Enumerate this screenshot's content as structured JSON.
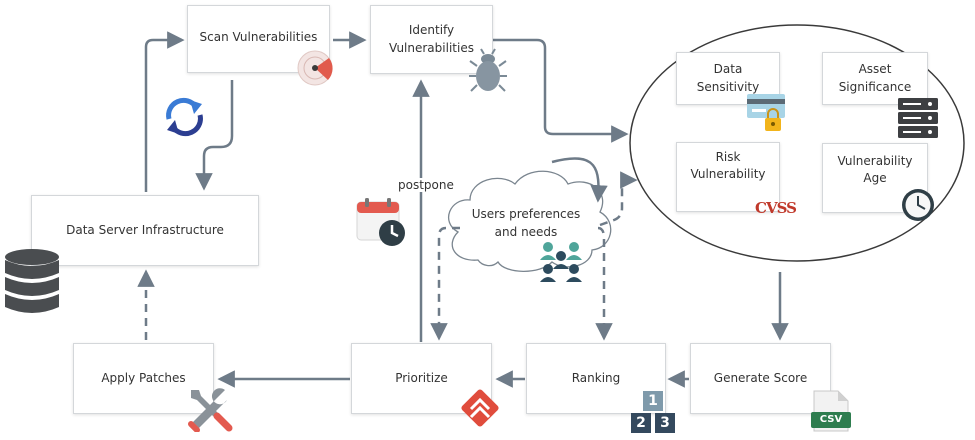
{
  "nodes": {
    "scan": "Scan Vulnerabilities",
    "identify": "Identify Vulnerabilities",
    "data_server": "Data Server Infrastructure",
    "data_sensitivity": "Data Sensitivity",
    "asset_significance": "Asset Significance",
    "risk_vulnerability": "Risk Vulnerability",
    "vulnerability_age": "Vulnerability Age",
    "users_preferences": "Users preferences and needs",
    "apply_patches": "Apply Patches",
    "prioritize": "Prioritize",
    "ranking": "Ranking",
    "generate_score": "Generate Score"
  },
  "labels": {
    "postpone": "postpone",
    "cvss": "CVSS",
    "csv": "CSV",
    "rank_1": "1",
    "rank_2": "2",
    "rank_3": "3"
  },
  "colors": {
    "arrow": "#6e7b88",
    "box_border": "#d4d7da",
    "radar_red": "#e15a4c",
    "sync_blue": "#3a7bd5",
    "sync_navy": "#2c3e91",
    "database": "#4a4d50",
    "calendar_red": "#e35a4f",
    "clock_dark": "#2f3e46",
    "chevron_red": "#e04c3c",
    "rank_dark": "#34495e",
    "rank_light": "#7f9aab",
    "csv_green": "#2e7d4f",
    "people_teal": "#4fa59a",
    "people_navy": "#2d4b5e",
    "bug_gray": "#7b8a96",
    "card_blue": "#a8d4e6",
    "lock_yellow": "#f2b41b",
    "server_dark": "#3d3f42",
    "tools_gray": "#8a9299",
    "tools_red": "#e35a4f"
  },
  "icons": {
    "scan": "radar-icon",
    "identify": "bug-icon",
    "cycle": "sync-icon",
    "database": "database-icon",
    "schedule": "calendar-clock-icon",
    "sensitivity": "credit-card-lock-icon",
    "asset": "server-rack-icon",
    "risk": "cvss-logo",
    "age": "clock-icon",
    "users": "people-group-icon",
    "patches": "wrench-screwdriver-icon",
    "prioritize": "double-chevron-up-icon",
    "ranking": "ranking-blocks-icon",
    "score": "csv-file-icon"
  }
}
